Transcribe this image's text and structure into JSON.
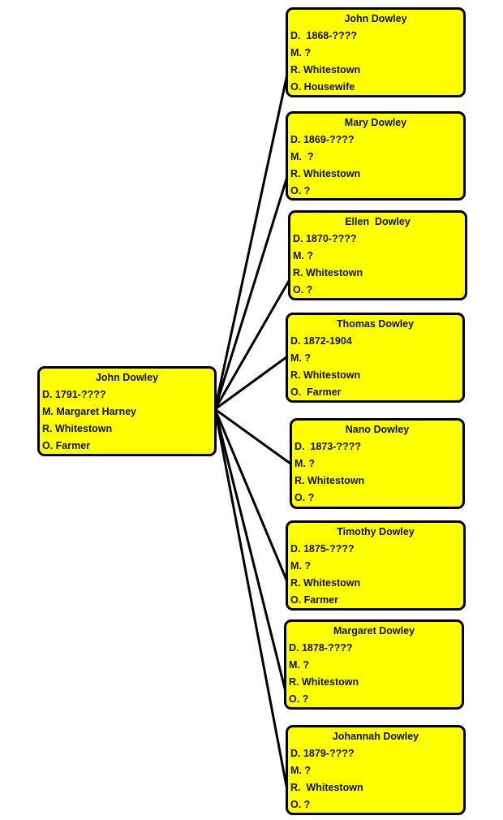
{
  "root": {
    "name": "John Dowley",
    "lines": [
      "D. 1791-????",
      "M. Margaret Harney",
      "R. Whitestown",
      "O. Farmer"
    ]
  },
  "children": [
    {
      "name": "John Dowley",
      "lines": [
        "D.  1868-????",
        "M. ?",
        "R. Whitestown",
        "O. Housewife"
      ]
    },
    {
      "name": "Mary Dowley",
      "lines": [
        "D. 1869-????",
        "M.  ?",
        "R. Whitestown",
        "O. ?"
      ]
    },
    {
      "name": "Ellen  Dowley",
      "lines": [
        "D. 1870-????",
        "M. ?",
        "R. Whitestown",
        "O. ?"
      ]
    },
    {
      "name": "Thomas Dowley",
      "lines": [
        "D. 1872-1904",
        "M. ?",
        "R. Whitestown",
        "O.  Farmer"
      ]
    },
    {
      "name": "Nano Dowley",
      "lines": [
        "D.  1873-????",
        "M. ?",
        "R. Whitestown",
        "O. ?"
      ]
    },
    {
      "name": "Timothy Dowley",
      "lines": [
        "D. 1875-????",
        "M. ?",
        "R. Whitestown",
        "O. Farmer"
      ]
    },
    {
      "name": "Margaret Dowley",
      "lines": [
        "D. 1878-????",
        "M. ?",
        "R. Whitestown",
        "O. ?"
      ]
    },
    {
      "name": "Johannah Dowley",
      "lines": [
        "D. 1879-????",
        "M. ?",
        "R.  Whitestown",
        "O. ?"
      ]
    }
  ],
  "colors": {
    "box_fill": "#ffff00",
    "box_border": "#000000",
    "connector": "#000000"
  }
}
